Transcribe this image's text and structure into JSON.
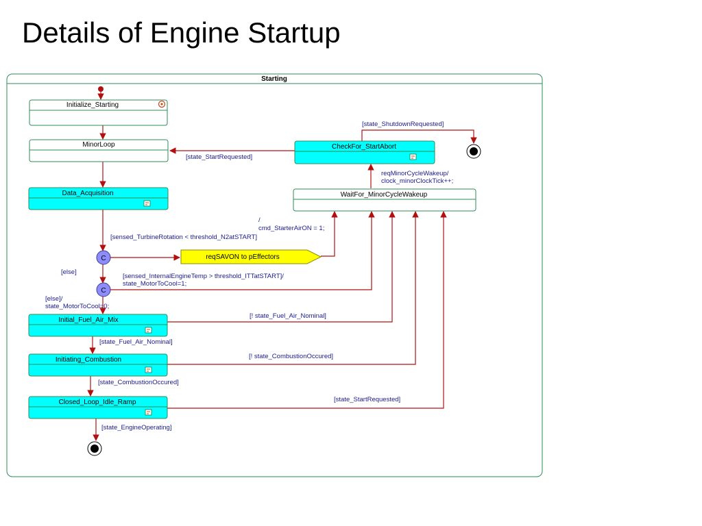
{
  "slide": {
    "title": "Details of Engine Startup"
  },
  "frame": {
    "title": "Starting"
  },
  "states": {
    "initialize_starting": "Initialize_Starting",
    "minor_loop": "MinorLoop",
    "data_acquisition": "Data_Acquisition",
    "check_for_start_abort": "CheckFor_StartAbort",
    "wait_for_minor_cycle_wakeup": "WaitFor_MinorCycleWakeup",
    "initial_fuel_air_mix": "Initial_Fuel_Air_Mix",
    "initiating_combustion": "Initiating_Combustion",
    "closed_loop_idle_ramp": "Closed_Loop_Idle_Ramp"
  },
  "send_signal": "reqSAVON to pEffectors",
  "choice_symbol": "C",
  "transitions": {
    "shutdown_requested": "[state_ShutdownRequested]",
    "start_requested_to_minor": "[state_StartRequested]",
    "wakeup_line1": "reqMinorCycleWakeup/",
    "wakeup_line2": "clock_minorClockTick++;",
    "starter_air_line1": "/",
    "starter_air_line2": "cmd_StarterAirON = 1;",
    "turbine_rotation": "[sensed_TurbineRotation < threshold_N2atSTART]",
    "else_1": "[else]",
    "engine_temp_line1": "[sensed_InternalEngineTemp > threshold_ITTatSTART]/",
    "engine_temp_line2": "state_MotorToCool=1;",
    "else_2_line1": "[else]/",
    "else_2_line2": "state_MotorToCool=0;",
    "not_fuel_air_nominal": "[! state_Fuel_Air_Nominal]",
    "fuel_air_nominal": "[state_Fuel_Air_Nominal]",
    "not_combustion_occured": "[! state_CombustionOccured]",
    "combustion_occured": "[state_CombustionOccured]",
    "start_requested_from_idle": "[state_StartRequested]",
    "engine_operating": "[state_EngineOperating]"
  },
  "colors": {
    "active_state_fill": "#00ffff",
    "idle_state_fill": "#ffffff",
    "state_border": "#2e8b57",
    "transition_stroke": "#b01010",
    "transition_label": "#1a1a8c",
    "choice_fill": "#8c8cff",
    "signal_fill": "#ffff00"
  },
  "icons": {
    "subchart": "subchart-icon",
    "refresh": "refresh-icon"
  }
}
